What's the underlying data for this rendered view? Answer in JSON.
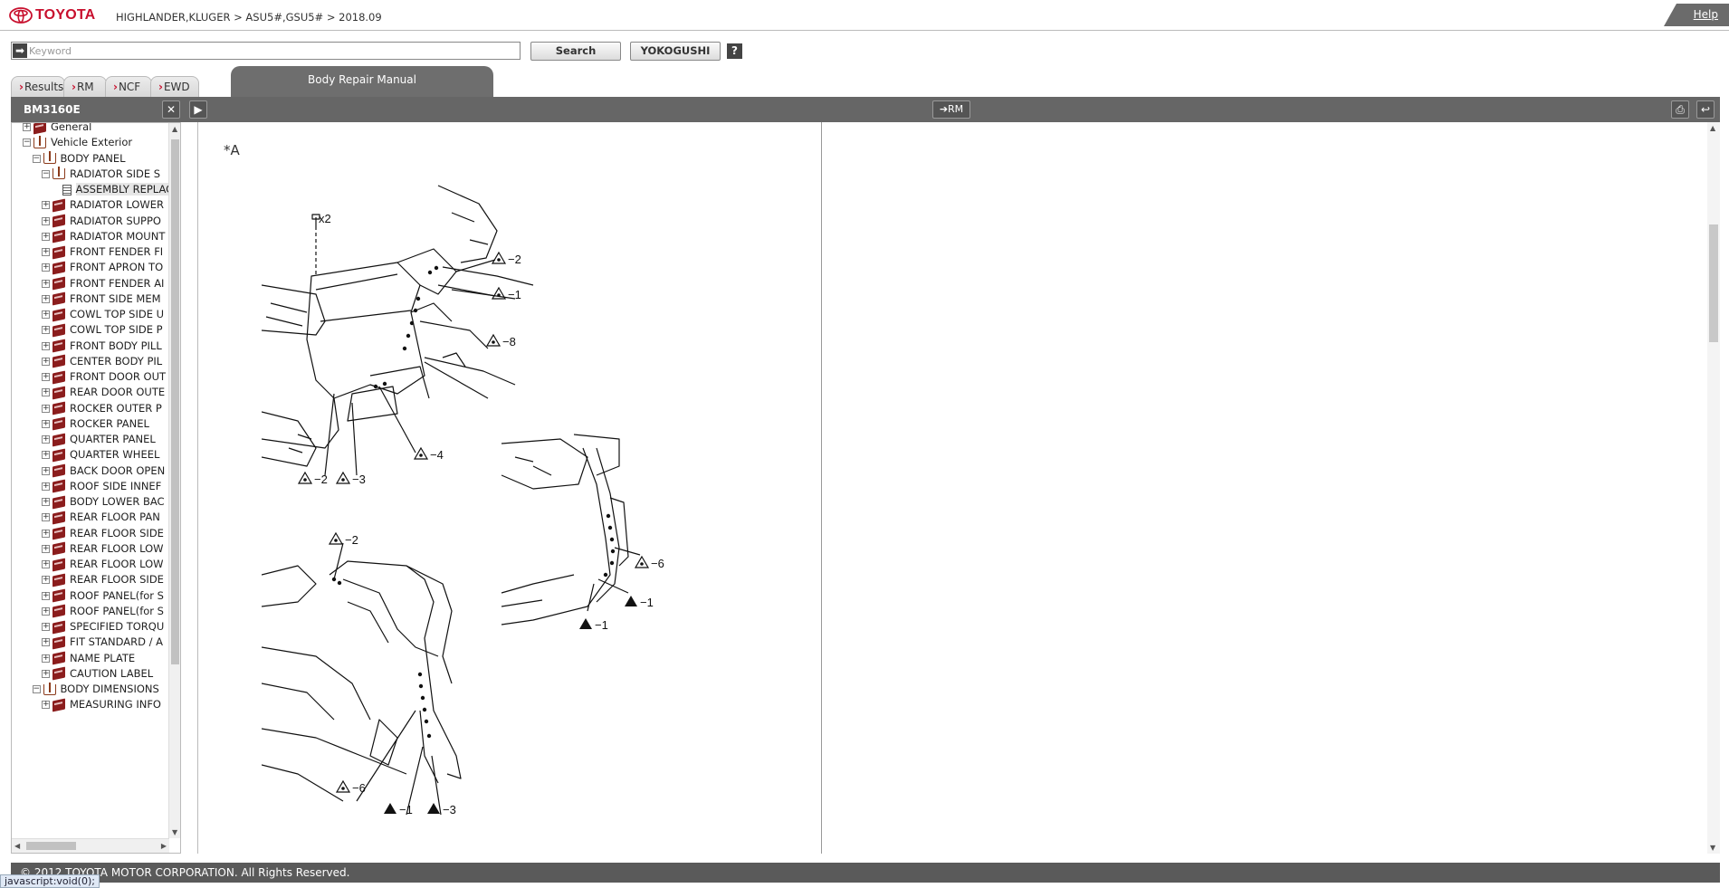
{
  "brand": {
    "name": "TOYOTA",
    "color": "#c8102e"
  },
  "breadcrumb": "HIGHLANDER,KLUGER > ASU5#,GSU5# > 2018.09",
  "help_label": "Help",
  "search": {
    "placeholder": "Keyword",
    "value": "",
    "search_label": "Search",
    "yokogushi_label": "YOKOGUSHI",
    "help_q": "?"
  },
  "tabs": [
    {
      "label": "Results"
    },
    {
      "label": "RM"
    },
    {
      "label": "NCF"
    },
    {
      "label": "EWD"
    }
  ],
  "active_tab": "Body Repair Manual",
  "toolbar": {
    "doc_code": "BM3160E",
    "close": "✕",
    "expand": "▶",
    "rm_link": "➔RM",
    "print": "⎙",
    "back": "↩"
  },
  "tree": [
    {
      "label": "General",
      "icon": "book-closed",
      "pm": "+"
    },
    {
      "label": "Vehicle Exterior",
      "icon": "book-open",
      "pm": "−"
    },
    {
      "label": "BODY PANEL",
      "icon": "book-open",
      "pm": "−"
    },
    {
      "label": "RADIATOR SIDE S",
      "icon": "book-open",
      "pm": "−"
    },
    {
      "label": "ASSEMBLY REPLAC",
      "icon": "document",
      "pm": "",
      "selected": true
    },
    {
      "label": "RADIATOR LOWER",
      "icon": "book-closed",
      "pm": "+"
    },
    {
      "label": "RADIATOR SUPPO",
      "icon": "book-closed",
      "pm": "+"
    },
    {
      "label": "RADIATOR MOUNT",
      "icon": "book-closed",
      "pm": "+"
    },
    {
      "label": "FRONT FENDER FI",
      "icon": "book-closed",
      "pm": "+"
    },
    {
      "label": "FRONT APRON TO",
      "icon": "book-closed",
      "pm": "+"
    },
    {
      "label": "FRONT FENDER AI",
      "icon": "book-closed",
      "pm": "+"
    },
    {
      "label": "FRONT SIDE MEM",
      "icon": "book-closed",
      "pm": "+"
    },
    {
      "label": "COWL TOP SIDE U",
      "icon": "book-closed",
      "pm": "+"
    },
    {
      "label": "COWL TOP SIDE P",
      "icon": "book-closed",
      "pm": "+"
    },
    {
      "label": "FRONT BODY PILL",
      "icon": "book-closed",
      "pm": "+"
    },
    {
      "label": "CENTER BODY PIL",
      "icon": "book-closed",
      "pm": "+"
    },
    {
      "label": "FRONT DOOR OUT",
      "icon": "book-closed",
      "pm": "+"
    },
    {
      "label": "REAR DOOR OUTE",
      "icon": "book-closed",
      "pm": "+"
    },
    {
      "label": "ROCKER OUTER P",
      "icon": "book-closed",
      "pm": "+"
    },
    {
      "label": "ROCKER PANEL",
      "icon": "book-closed",
      "pm": "+"
    },
    {
      "label": "QUARTER PANEL",
      "icon": "book-closed",
      "pm": "+"
    },
    {
      "label": "QUARTER WHEEL",
      "icon": "book-closed",
      "pm": "+"
    },
    {
      "label": "BACK DOOR OPEN",
      "icon": "book-closed",
      "pm": "+"
    },
    {
      "label": "ROOF SIDE INNEF",
      "icon": "book-closed",
      "pm": "+"
    },
    {
      "label": "BODY LOWER BAC",
      "icon": "book-closed",
      "pm": "+"
    },
    {
      "label": "REAR FLOOR PAN",
      "icon": "book-closed",
      "pm": "+"
    },
    {
      "label": "REAR FLOOR SIDE",
      "icon": "book-closed",
      "pm": "+"
    },
    {
      "label": "REAR FLOOR LOW",
      "icon": "book-closed",
      "pm": "+"
    },
    {
      "label": "REAR FLOOR LOW",
      "icon": "book-closed",
      "pm": "+"
    },
    {
      "label": "REAR FLOOR SIDE",
      "icon": "book-closed",
      "pm": "+"
    },
    {
      "label": "ROOF PANEL(for S",
      "icon": "book-closed",
      "pm": "+"
    },
    {
      "label": "ROOF PANEL(for S",
      "icon": "book-closed",
      "pm": "+"
    },
    {
      "label": "SPECIFIED TORQU",
      "icon": "book-closed",
      "pm": "+"
    },
    {
      "label": "FIT STANDARD / A",
      "icon": "book-closed",
      "pm": "+"
    },
    {
      "label": "NAME PLATE",
      "icon": "book-closed",
      "pm": "+"
    },
    {
      "label": "CAUTION LABEL",
      "icon": "book-closed",
      "pm": "+"
    },
    {
      "label": "BODY DIMENSIONS",
      "icon": "book-open",
      "pm": "−"
    },
    {
      "label": "MEASURING INFO",
      "icon": "book-closed",
      "pm": "+"
    }
  ],
  "figure": {
    "marker": "*A",
    "callouts": {
      "x2": "x2",
      "c_2a": "−2",
      "c_1a": "−1",
      "c_8": "−8",
      "c_4": "−4",
      "c_2b": "−2",
      "c_3": "−3",
      "c_2c": "−2",
      "c_6a": "−6",
      "c_m1a": "−1",
      "c_w3": "−3",
      "c_6b": "−6",
      "c_m1b": "−1",
      "c_w1": "−1"
    }
  },
  "footer": {
    "copyright": "© 2012 TOYOTA MOTOR CORPORATION. All Rights Reserved."
  },
  "status_text": "javascript:void(0);"
}
